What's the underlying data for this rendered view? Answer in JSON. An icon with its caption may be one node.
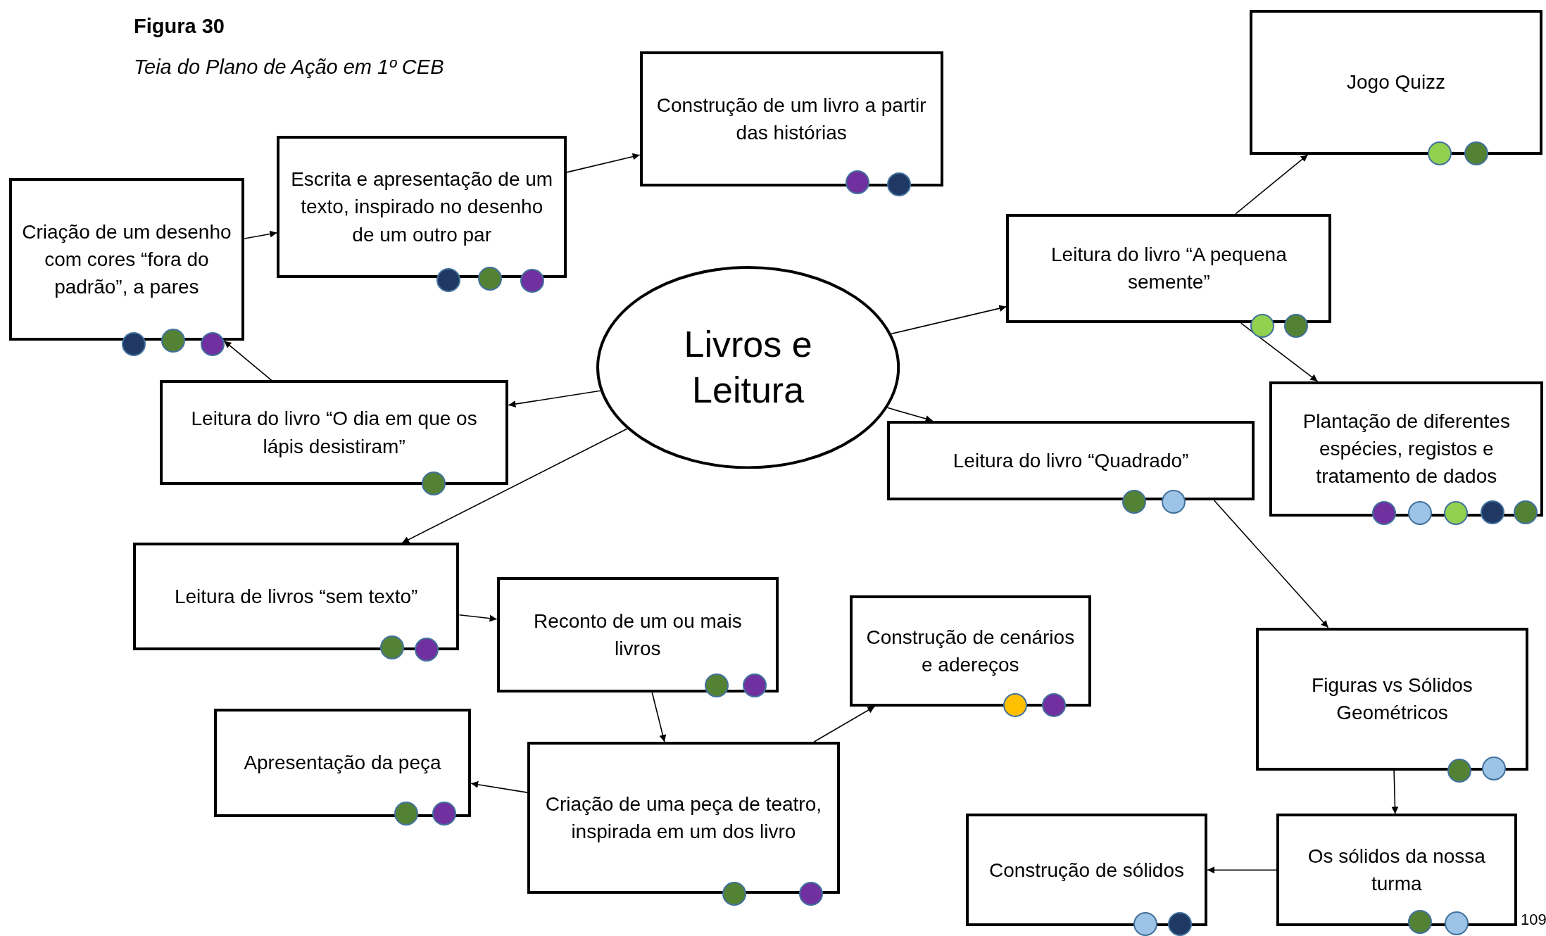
{
  "diagram": {
    "title": "Figura 30",
    "caption": "Teia do Plano de Ação em 1º CEB",
    "nodes": [
      {
        "text": [
          "Livros e Leitura"
        ]
      },
      {
        "text": [
          "Criação de um desenho com cores “fora do padrão”, a pares"
        ]
      },
      {
        "text": [
          "Escrita e apresentação de um texto, inspirado no desenho de um outro par"
        ]
      },
      {
        "text": [
          "Construção de um livro a partir das histórias"
        ]
      },
      {
        "text": [
          "Jogo Quizz"
        ]
      },
      {
        "text": [
          "Leitura do livro “A pequena semente”"
        ]
      },
      {
        "text": [
          "Plantação de diferentes espécies, registos e tratamento de dados"
        ]
      },
      {
        "text": [
          "Leitura do livro “O dia em que os lápis desistiram”"
        ]
      },
      {
        "text": [
          "Leitura do livro “Quadrado”"
        ]
      },
      {
        "text": [
          "Leitura de livros “sem texto”"
        ]
      },
      {
        "text": [
          "Reconto de um ou mais livros"
        ]
      },
      {
        "text": [
          "Construção de cenários e adereços"
        ]
      },
      {
        "text": [
          "Figuras vs Sólidos Geométricos"
        ]
      },
      {
        "text": [
          "Apresentação da peça"
        ]
      },
      {
        "text": [
          "Criação de uma peça de teatro, inspirada em um dos livro"
        ]
      },
      {
        "text": [
          "Construção de sólidos"
        ]
      },
      {
        "text": [
          "Os sólidos da nossa turma"
        ]
      }
    ],
    "edges": [
      {
        "from": 0,
        "to": 7,
        "arrow": "to"
      },
      {
        "from": 0,
        "to": 9,
        "arrow": "to"
      },
      {
        "from": 0,
        "to": 5,
        "arrow": "to"
      },
      {
        "from": 0,
        "to": 8,
        "arrow": "to"
      },
      {
        "from": 7,
        "to": 1,
        "arrow": "to"
      },
      {
        "from": 1,
        "to": 2,
        "arrow": "to"
      },
      {
        "from": 2,
        "to": 3,
        "arrow": "to"
      },
      {
        "from": 5,
        "to": 4,
        "arrow": "to"
      },
      {
        "from": 5,
        "to": 6,
        "arrow": "to"
      },
      {
        "from": 8,
        "to": 12,
        "arrow": "to"
      },
      {
        "from": 9,
        "to": 10,
        "arrow": "to"
      },
      {
        "from": 10,
        "to": 14,
        "arrow": "to"
      },
      {
        "from": 14,
        "to": 13,
        "arrow": "to"
      },
      {
        "from": 14,
        "to": 11,
        "arrow": "to"
      },
      {
        "from": 12,
        "to": 16,
        "arrow": "to"
      },
      {
        "from": 16,
        "to": 15,
        "arrow": "to"
      }
    ],
    "labels": [
      "109"
    ]
  }
}
